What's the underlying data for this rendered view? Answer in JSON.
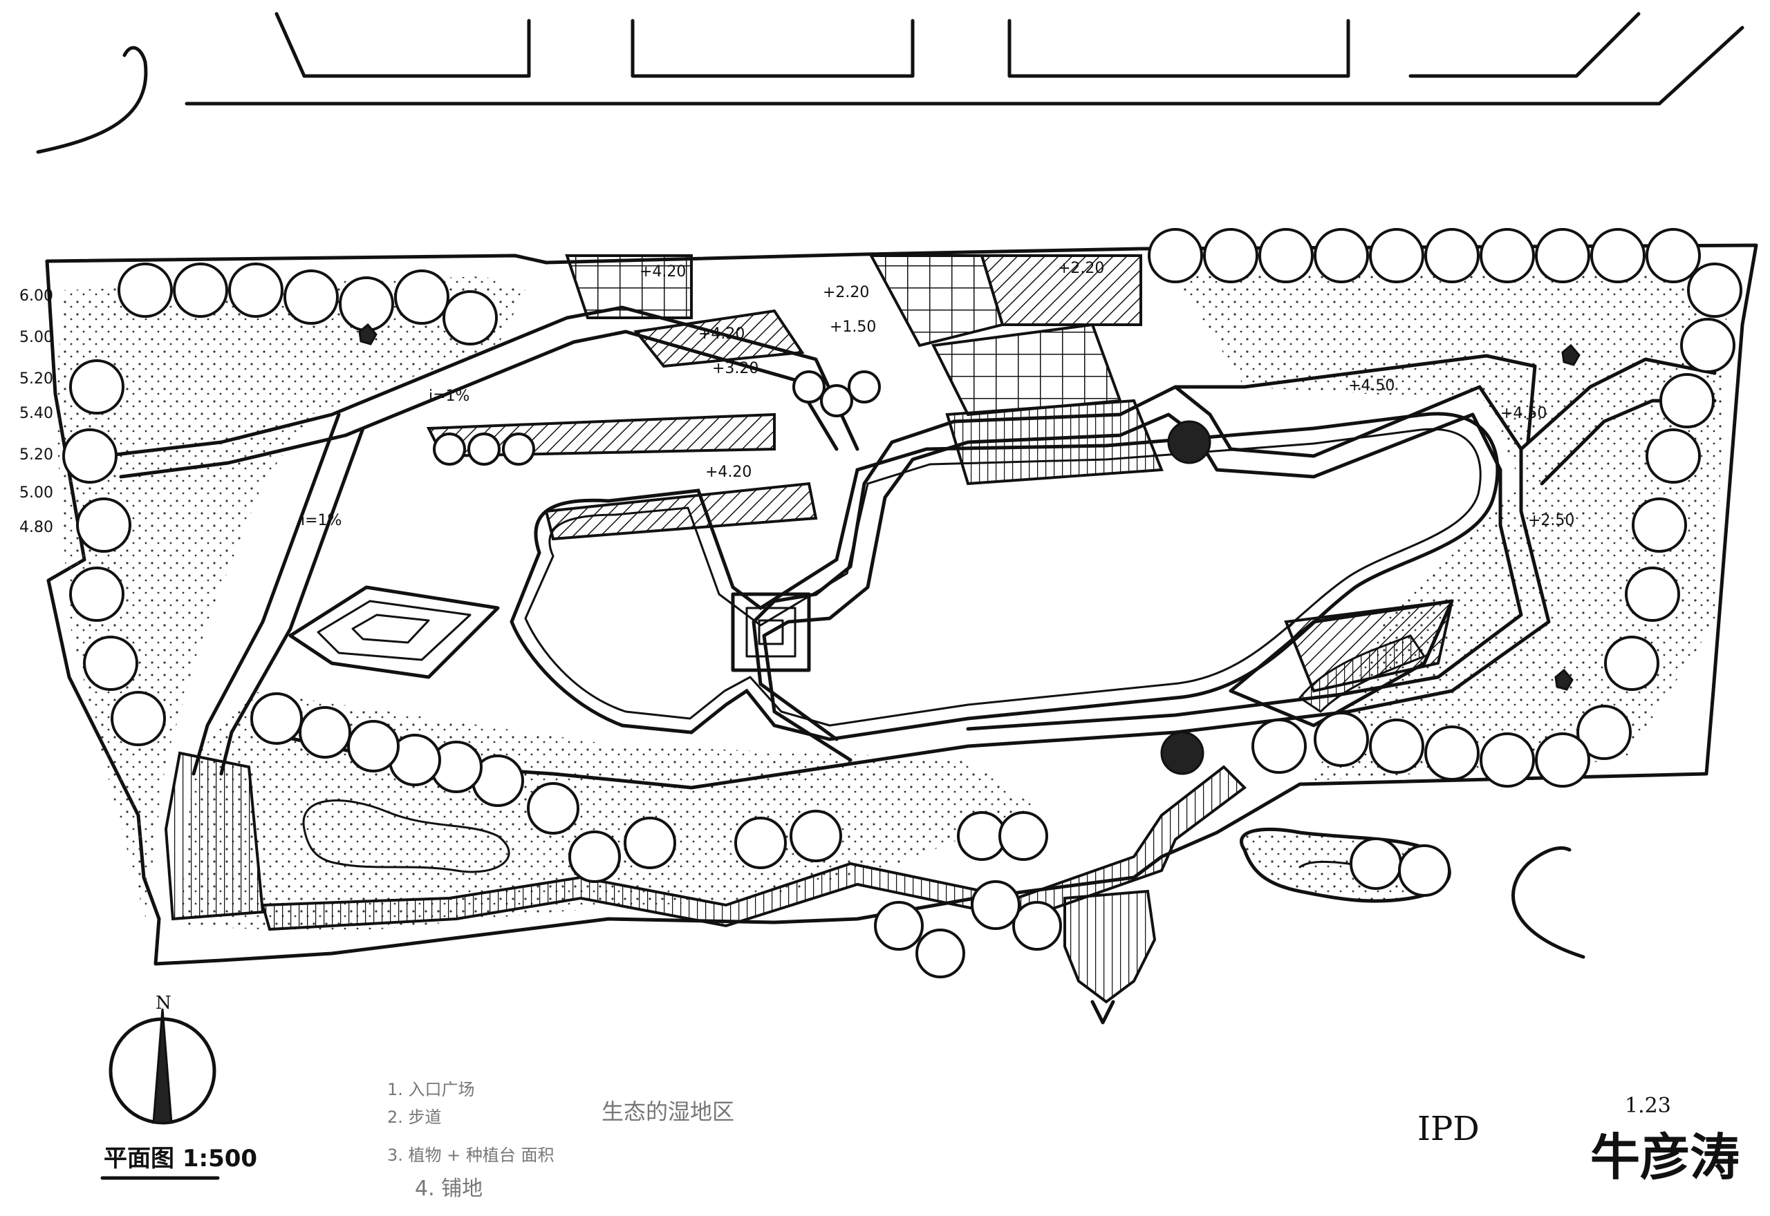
{
  "plan": {
    "scale_label": "平面图 1:500",
    "north_label": "N"
  },
  "elevations": [
    "+4.20",
    "+3.20",
    "+4.20",
    "+4.20",
    "+2.20",
    "+2.20",
    "+1.50",
    "+4.50",
    "+4.50",
    "+2.50"
  ],
  "slope_marks": [
    "i=1%",
    "i=1%"
  ],
  "margin_values": [
    "6.00",
    "5.00",
    "5.20",
    "5.40",
    "5.20",
    "5.00",
    "4.80"
  ],
  "notes": {
    "pencil_lines": [
      "1. 入口广场",
      "2. 步道",
      "3. 植物 + 种植台 面积",
      "4. 铺地"
    ],
    "pencil_center": "生态的湿地区"
  },
  "signature": {
    "initials": "IPD",
    "date": "1.23",
    "name": "牛彦涛"
  }
}
